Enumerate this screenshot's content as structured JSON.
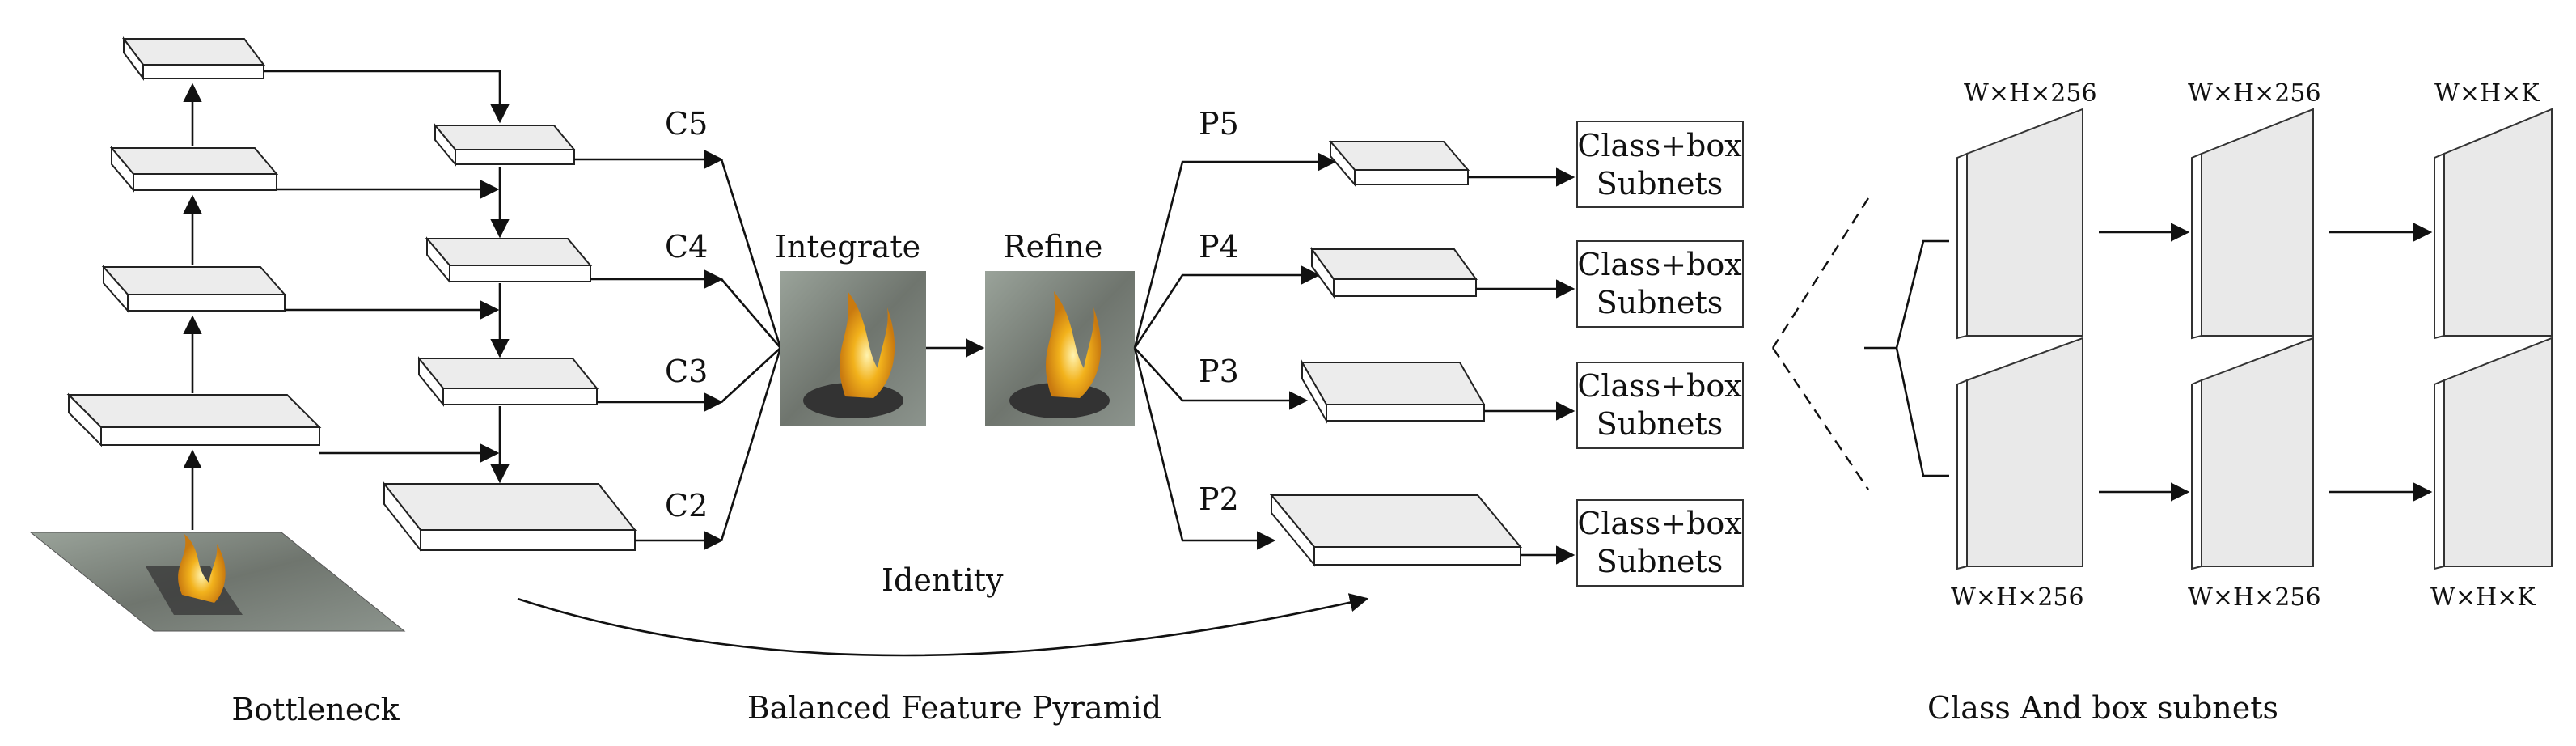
{
  "labels": {
    "c5": "C5",
    "c4": "C4",
    "c3": "C3",
    "c2": "C2",
    "p5": "P5",
    "p4": "P4",
    "p3": "P3",
    "p2": "P2",
    "integrate": "Integrate",
    "refine": "Refine",
    "identity": "Identity"
  },
  "subnet_box": {
    "line1": "Class+box",
    "line2": "Subnets"
  },
  "dims": {
    "top1": "W×H×256",
    "top2": "W×H×256",
    "top3": "W×H×K",
    "bot1": "W×H×256",
    "bot2": "W×H×256",
    "bot3": "W×H×K"
  },
  "captions": {
    "bottleneck": "Bottleneck",
    "bfp": "Balanced Feature Pyramid",
    "subnets": "Class And box subnets"
  },
  "colors": {
    "flame": "#f2b21c",
    "line": "#111111"
  }
}
